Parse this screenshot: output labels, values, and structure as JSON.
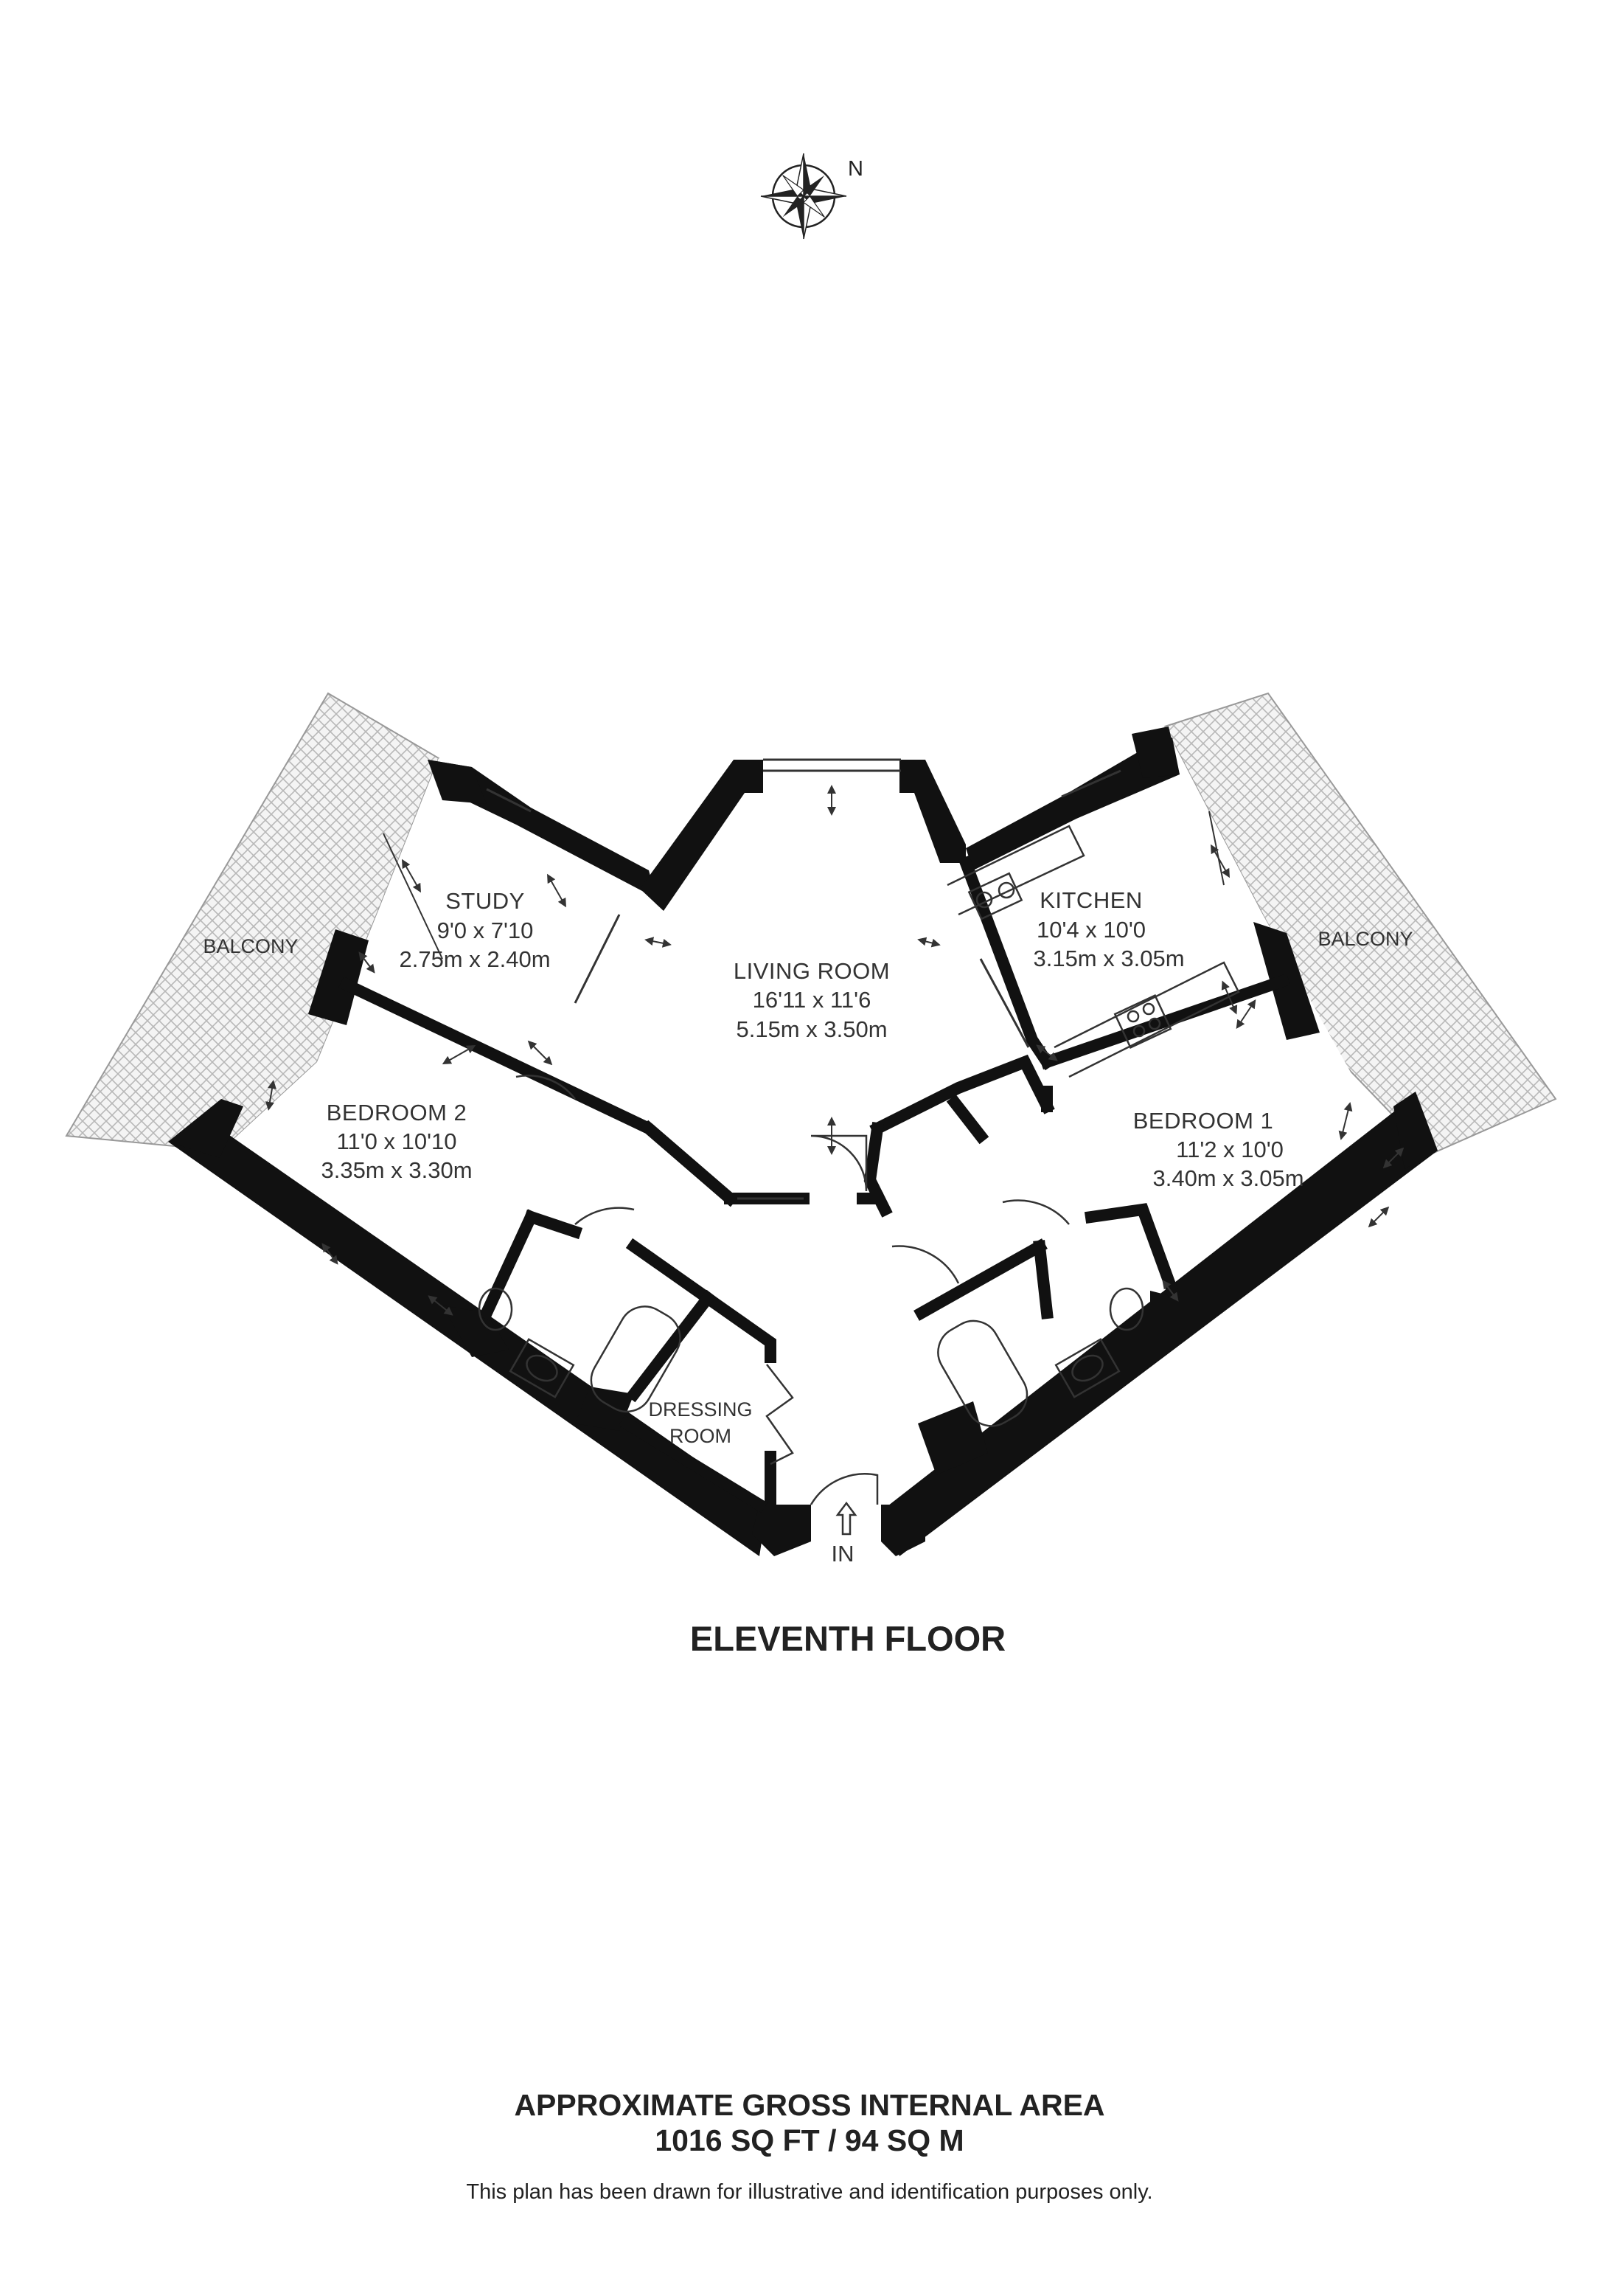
{
  "compass": {
    "icon": "compass-rose-icon",
    "north_label": "N"
  },
  "rooms": {
    "study": {
      "name": "STUDY",
      "dim_imperial": "9'0 x 7'10",
      "dim_metric": "2.75m x 2.40m"
    },
    "living_room": {
      "name": "LIVING ROOM",
      "dim_imperial": "16'11 x 11'6",
      "dim_metric": "5.15m x 3.50m"
    },
    "kitchen": {
      "name": "KITCHEN",
      "dim_imperial": "10'4 x 10'0",
      "dim_metric": "3.15m x 3.05m"
    },
    "bedroom_2": {
      "name": "BEDROOM 2",
      "dim_imperial": "11'0 x 10'10",
      "dim_metric": "3.35m x 3.30m"
    },
    "bedroom_1": {
      "name": "BEDROOM 1",
      "dim_imperial": "11'2 x 10'0",
      "dim_metric": "3.40m x 3.05m"
    },
    "dressing_room": {
      "name_line1": "DRESSING",
      "name_line2": "ROOM"
    },
    "balcony_left": {
      "name": "BALCONY"
    },
    "balcony_right": {
      "name": "BALCONY"
    }
  },
  "entrance": {
    "label": "IN"
  },
  "floor_title": "ELEVENTH FLOOR",
  "area": {
    "line1": "APPROXIMATE GROSS INTERNAL AREA",
    "line2": "1016 SQ FT / 94 SQ M"
  },
  "disclaimer": "This plan has been drawn for illustrative and identification purposes only."
}
